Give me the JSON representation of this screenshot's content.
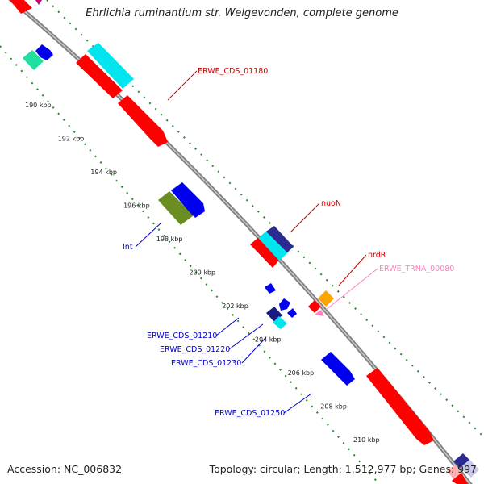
{
  "title": "Ehrlichia ruminantium str. Welgevonden, complete genome",
  "accession": "Accession: NC_006832",
  "topology": "Topology: circular; Length: 1,512,977 bp; Genes: 997",
  "colors": {
    "cds_red": "#ff0000",
    "cyan": "#00e5ee",
    "blue": "#0000ee",
    "navy": "#1a1a80",
    "olive": "#6b8e23",
    "orange": "#ffa500",
    "pink": "#ff80c0",
    "teal": "#20e0a0",
    "label_red": "#cc0000",
    "label_blue": "#0000cc",
    "label_pink": "#ff80c0",
    "tick_green": "#228b22",
    "backbone": "#808080"
  },
  "ticks": [
    "190 kbp",
    "192 kbp",
    "194 kbp",
    "196 kbp",
    "198 kbp",
    "200 kbp",
    "202 kbp",
    "204 kbp",
    "206 kbp",
    "208 kbp",
    "210 kbp"
  ],
  "labels": {
    "erwe_cds_01180": "ERWE_CDS_01180",
    "nuon": "nuoN",
    "nrdr": "nrdR",
    "erwe_trna_00080": "ERWE_TRNA_00080",
    "int": "Int",
    "erwe_cds_01210": "ERWE_CDS_01210",
    "erwe_cds_01220": "ERWE_CDS_01220",
    "erwe_cds_01230": "ERWE_CDS_01230",
    "erwe_cds_01250": "ERWE_CDS_01250"
  }
}
